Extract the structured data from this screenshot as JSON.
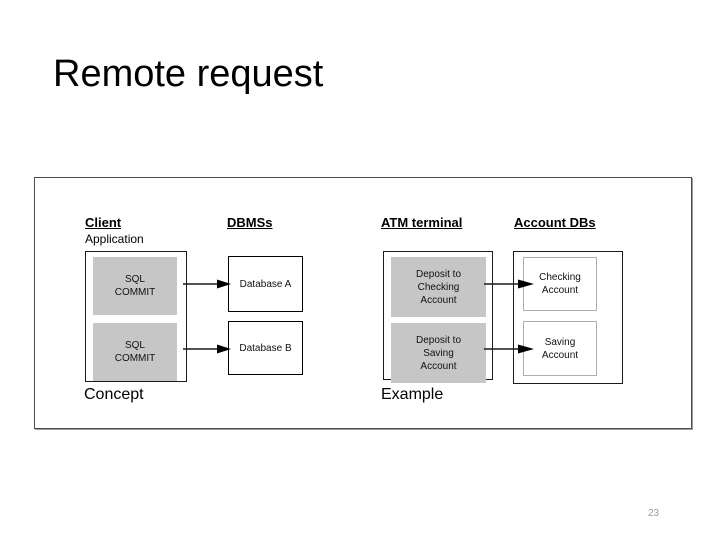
{
  "slide": {
    "title": "Remote request",
    "page_number": "23"
  },
  "diagram": {
    "headers": {
      "client": "Client",
      "client_sub": "Application",
      "dbmss": "DBMSs",
      "atm": "ATM terminal",
      "account_dbs": "Account DBs"
    },
    "concept": {
      "caption": "Concept",
      "client_boxes": [
        {
          "line1": "SQL",
          "line2": "COMMIT"
        },
        {
          "line1": "SQL",
          "line2": "COMMIT"
        }
      ],
      "database_boxes": [
        {
          "label": "Database A"
        },
        {
          "label": "Database B"
        }
      ]
    },
    "example": {
      "caption": "Example",
      "atm_boxes": [
        {
          "line1": "Deposit to",
          "line2": "Checking",
          "line3": "Account"
        },
        {
          "line1": "Deposit to",
          "line2": "Saving",
          "line3": "Account"
        }
      ],
      "account_boxes": [
        {
          "line1": "Checking",
          "line2": "Account"
        },
        {
          "line1": "Saving",
          "line2": "Account"
        }
      ]
    },
    "colors": {
      "process_fill": "#c6c6c6",
      "frame_border": "#4d4d4d",
      "box_border": "#000000",
      "arrow": "#1a1a1a",
      "page_number": "#9b9b9b"
    }
  }
}
